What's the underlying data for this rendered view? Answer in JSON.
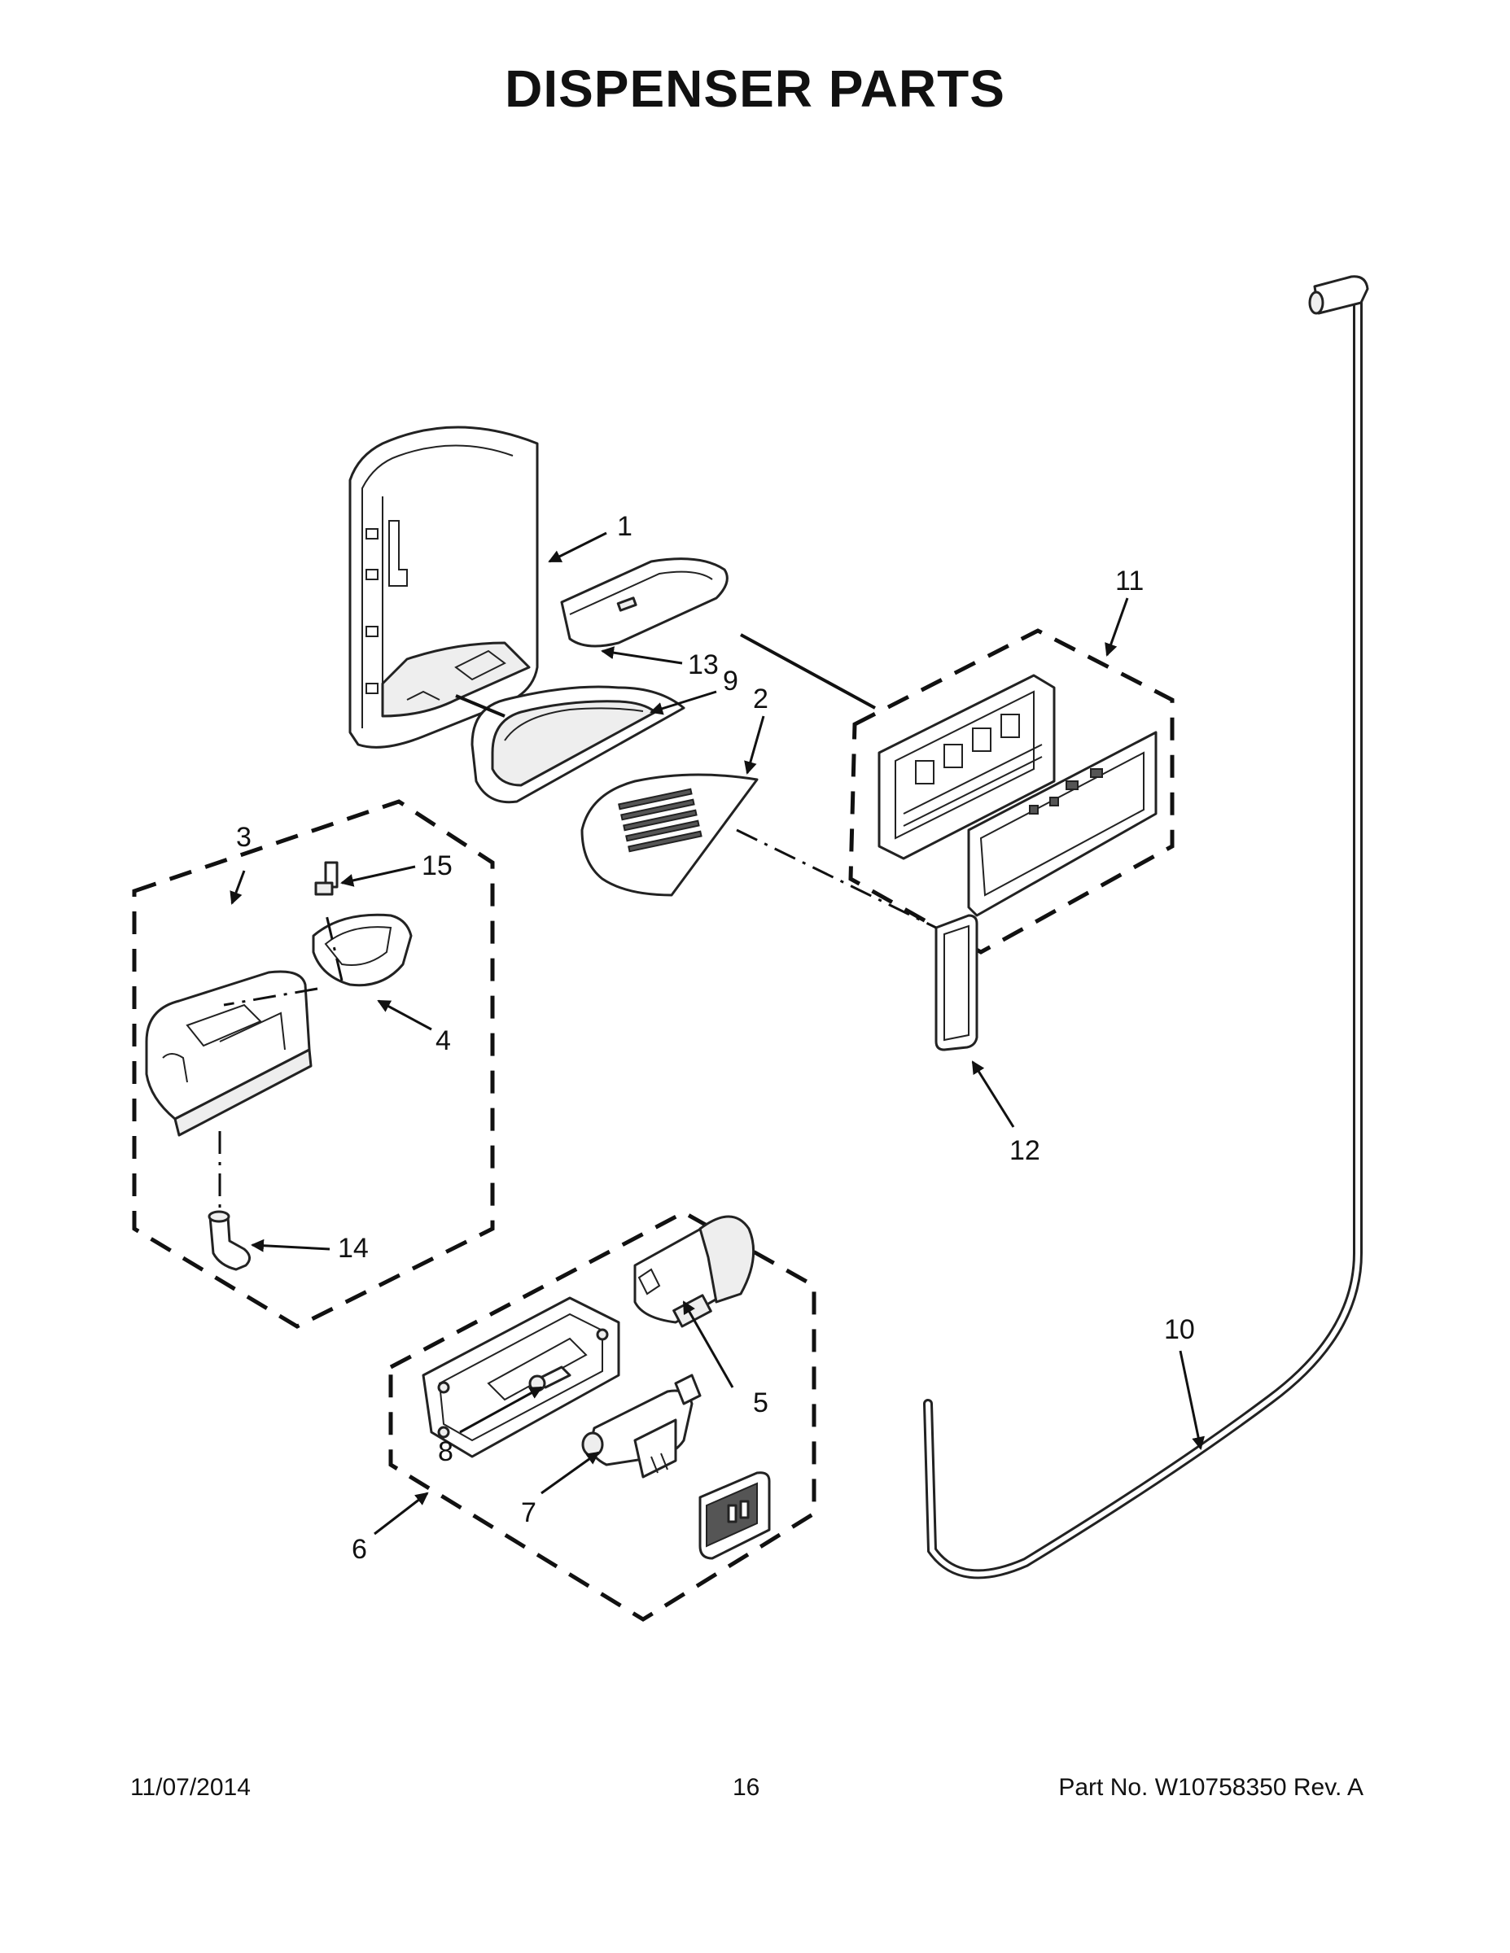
{
  "title": "DISPENSER PARTS",
  "footer": {
    "date": "11/07/2014",
    "page": "16",
    "part_number": "Part No.  W10758350  Rev.  A"
  },
  "callouts": {
    "c1": "1",
    "c2": "2",
    "c3": "3",
    "c4": "4",
    "c5": "5",
    "c6": "6",
    "c7": "7",
    "c8": "8",
    "c9": "9",
    "c10": "10",
    "c11": "11",
    "c12": "12",
    "c13": "13",
    "c14": "14",
    "c15": "15"
  },
  "icons": [
    "dispenser-housing",
    "trim-piece",
    "drip-tray",
    "grille",
    "ice-chute-assembly",
    "solenoid-switch",
    "ice-chute",
    "motor",
    "actuator-assembly",
    "lever",
    "screw",
    "water-tube",
    "control-board",
    "button-pad",
    "elbow-fitting"
  ]
}
